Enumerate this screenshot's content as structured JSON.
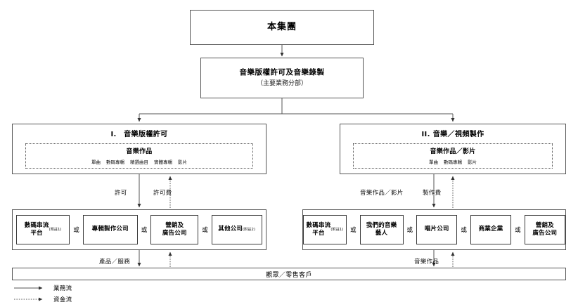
{
  "group": {
    "label": "本集團"
  },
  "segment": {
    "title": "音樂版權許可及音樂錄製",
    "subtitle": "（主要業務分部）"
  },
  "divisions": [
    {
      "title": "I.　音樂版權許可",
      "works_title": "音樂作品",
      "works_items": [
        "單曲",
        "數碼專輯",
        "精選曲目",
        "實體專輯",
        "影片"
      ],
      "flow_labels": {
        "business": "許可",
        "capital": "許可費"
      },
      "channels": [
        {
          "label": "數碼串流\n平台",
          "note": "(附註1)"
        },
        {
          "label": "專輯製作公司",
          "note": ""
        },
        {
          "label": "營銷及\n廣告公司",
          "note": ""
        },
        {
          "label": "其他公司",
          "note": "(附註2)"
        }
      ],
      "or_label": "或",
      "customer_flow_label": "產品／服務"
    },
    {
      "title": "II. 音樂／視頻製作",
      "works_title": "音樂作品／影片",
      "works_items": [
        "單曲",
        "數碼專輯",
        "影片"
      ],
      "flow_labels": {
        "business": "音樂作品／影片",
        "capital": "製作費"
      },
      "channels": [
        {
          "label": "數碼串流\n平台",
          "note": "(附註1)"
        },
        {
          "label": "我們的音樂\n藝人",
          "note": ""
        },
        {
          "label": "唱片公司",
          "note": ""
        },
        {
          "label": "商業企業",
          "note": ""
        },
        {
          "label": "營銷及\n廣告公司",
          "note": ""
        }
      ],
      "or_label": "或",
      "customer_flow_label": "音樂作品"
    }
  ],
  "customers": {
    "label": "觀眾／零售客戶"
  },
  "legend": [
    {
      "type": "solid",
      "label": "業務流"
    },
    {
      "type": "dotted",
      "label": "資金流"
    }
  ],
  "colors": {
    "line": "#555555",
    "box_border": "#3a3a3a",
    "text": "#000000"
  }
}
